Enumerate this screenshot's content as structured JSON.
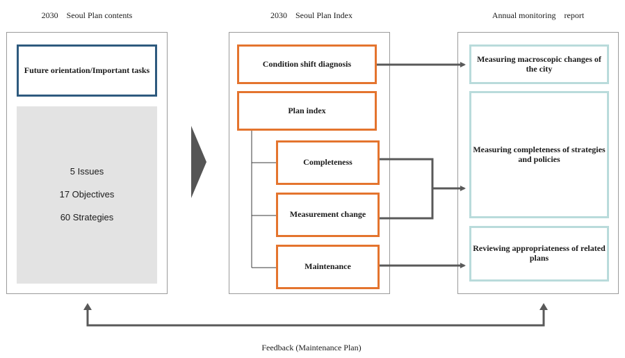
{
  "headers": {
    "contents": "2030　Seoul Plan contents",
    "index": "2030　Seoul Plan Index",
    "report": "Annual monitoring　report"
  },
  "contents": {
    "future_box": "Future orientation/Important tasks",
    "items": [
      "5 Issues",
      "17 Objectives",
      "60 Strategies"
    ]
  },
  "index": {
    "condition": "Condition shift diagnosis",
    "plan_index": "Plan index",
    "completeness": "Completeness",
    "measurement": "Measurement change",
    "maintenance": "Maintenance"
  },
  "report": {
    "macroscopic": "Measuring macroscopic changes of the city",
    "strategies": "Measuring completeness of strategies and policies",
    "related": "Reviewing appropriateness of related plans"
  },
  "feedback": "Feedback (Maintenance Plan)",
  "colors": {
    "blue": "#2e5a7e",
    "orange": "#e4742e",
    "teal": "#b9dbdb",
    "grey_fill": "#e3e3e3",
    "arrow": "#595959",
    "chevron": "#555555"
  }
}
